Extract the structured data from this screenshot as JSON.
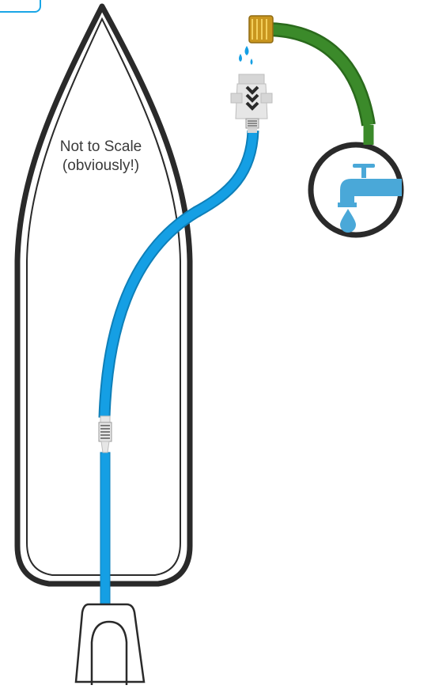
{
  "caption": {
    "line1": "Not to Scale",
    "line2": "(obviously!)"
  },
  "colors": {
    "hose_supply": "#159fe4",
    "garden_hose": "#3b8a2a",
    "garden_hose_edge": "#2a6a1c",
    "brass_fitting": "#d9a72b",
    "hull_outline": "#2a2a2a",
    "faucet": "#4aa8d8",
    "fitting_grey": "#d6d6d6"
  },
  "icons": [
    "boat-hull",
    "water-pressure-regulator",
    "garden-hose-fitting",
    "water-spigot-icon",
    "water-drop-icon",
    "inline-filter",
    "dock-connector"
  ]
}
